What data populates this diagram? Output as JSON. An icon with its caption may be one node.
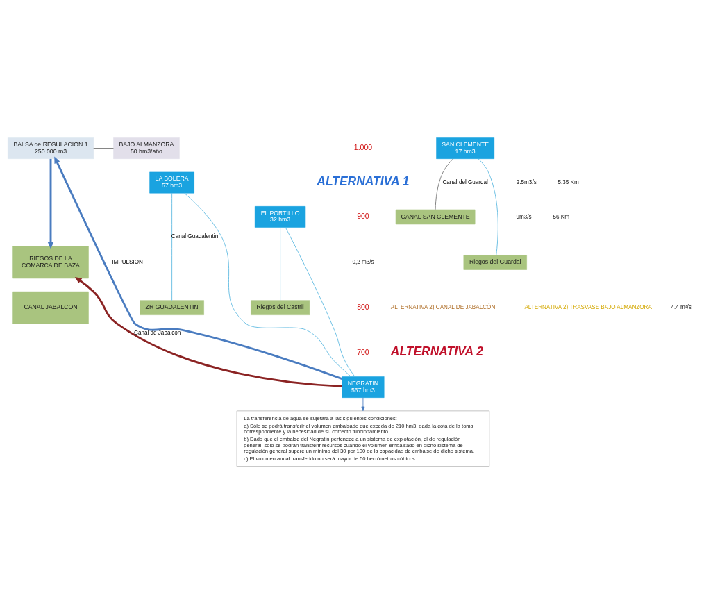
{
  "diagram": {
    "nodes": [
      {
        "text": [
          "BALSA de REGULACION 1",
          "250.000 m3"
        ]
      },
      {
        "text": [
          "BAJO ALMANZORA",
          "50 hm3/año"
        ]
      },
      {
        "text": [
          "SAN CLEMENTE",
          "17 hm3"
        ]
      },
      {
        "text": [
          "LA BOLERA",
          "57 hm3"
        ]
      },
      {
        "text": [
          "EL PORTILLO",
          "32 hm3"
        ]
      },
      {
        "text": [
          "CANAL SAN CLEMENTE"
        ]
      },
      {
        "text": [
          "Riegos del Guardal"
        ]
      },
      {
        "text": [
          "RIEGOS DE LA COMARCA DE BAZA"
        ]
      },
      {
        "text": [
          "ZR GUADALENTIN"
        ]
      },
      {
        "text": [
          "Riegos del Castril"
        ]
      },
      {
        "text": [
          "CANAL JABALCON"
        ]
      },
      {
        "text": [
          "NEGRATIN",
          "567 hm3"
        ]
      },
      {
        "text": [
          "La transferencia de agua se sujetará a las siguientes condiciones:",
          "a) Sólo se podrá transferir el volumen embalsado que exceda de 210 hm3, dada la cota de la toma correspondiente y la necesidad de su correcto funcionamiento.",
          "b) Dado que el embalse del Negratín pertenece a un sistema de explotación, el de regulación general, sólo se podrán transferir recursos cuando el volumen embalsado en dicho sistema de regulación general supere un mínimo del 30 por 100 de la capacidad de embalse de dicho sistema.",
          "c) El volumen anual transferido no será mayor de 50 hectómetros cúbicos."
        ]
      }
    ],
    "edges": [
      {
        "from": 11,
        "to": 0,
        "arrow": "to",
        "label": "IMPULSION",
        "style": "thick",
        "color": "#4a7cc0"
      },
      {
        "from": 0,
        "to": 7,
        "arrow": "to",
        "style": "thick",
        "color": "#4a7cc0"
      },
      {
        "from": 0,
        "to": 1,
        "arrow": "none",
        "color": "#707070"
      },
      {
        "from": 11,
        "to": 7,
        "arrow": "to",
        "label": "Canal de Jabalcón",
        "style": "thick",
        "color": "#8b2323"
      },
      {
        "from": 11,
        "to": 3,
        "arrow": "none"
      },
      {
        "from": 3,
        "to": 8,
        "arrow": "none",
        "label": "Canal Guadalentin"
      },
      {
        "from": 11,
        "to": 4,
        "arrow": "none"
      },
      {
        "from": 4,
        "to": 9,
        "arrow": "none"
      },
      {
        "from": 2,
        "to": 5,
        "arrow": "none",
        "label": "Canal del Guardal",
        "color": "#707070"
      },
      {
        "from": 2,
        "to": 6,
        "arrow": "none"
      },
      {
        "from": 11,
        "to": 12,
        "arrow": "to",
        "color": "#4a7cc0"
      }
    ],
    "labels": [
      "1.000",
      "ALTERNATIVA 1",
      "2.5m3/s",
      "5.35 Km",
      "9m3/s",
      "56 Km",
      "900",
      "0,2 m3/s",
      "800",
      "ALTERNATIVA 2) CANAL DE JABALCÓN",
      "ALTERNATIVA 2) TRASVASE BAJO ALMANZORA",
      "4.4 m³/s",
      "700",
      "ALTERNATIVA 2"
    ]
  }
}
